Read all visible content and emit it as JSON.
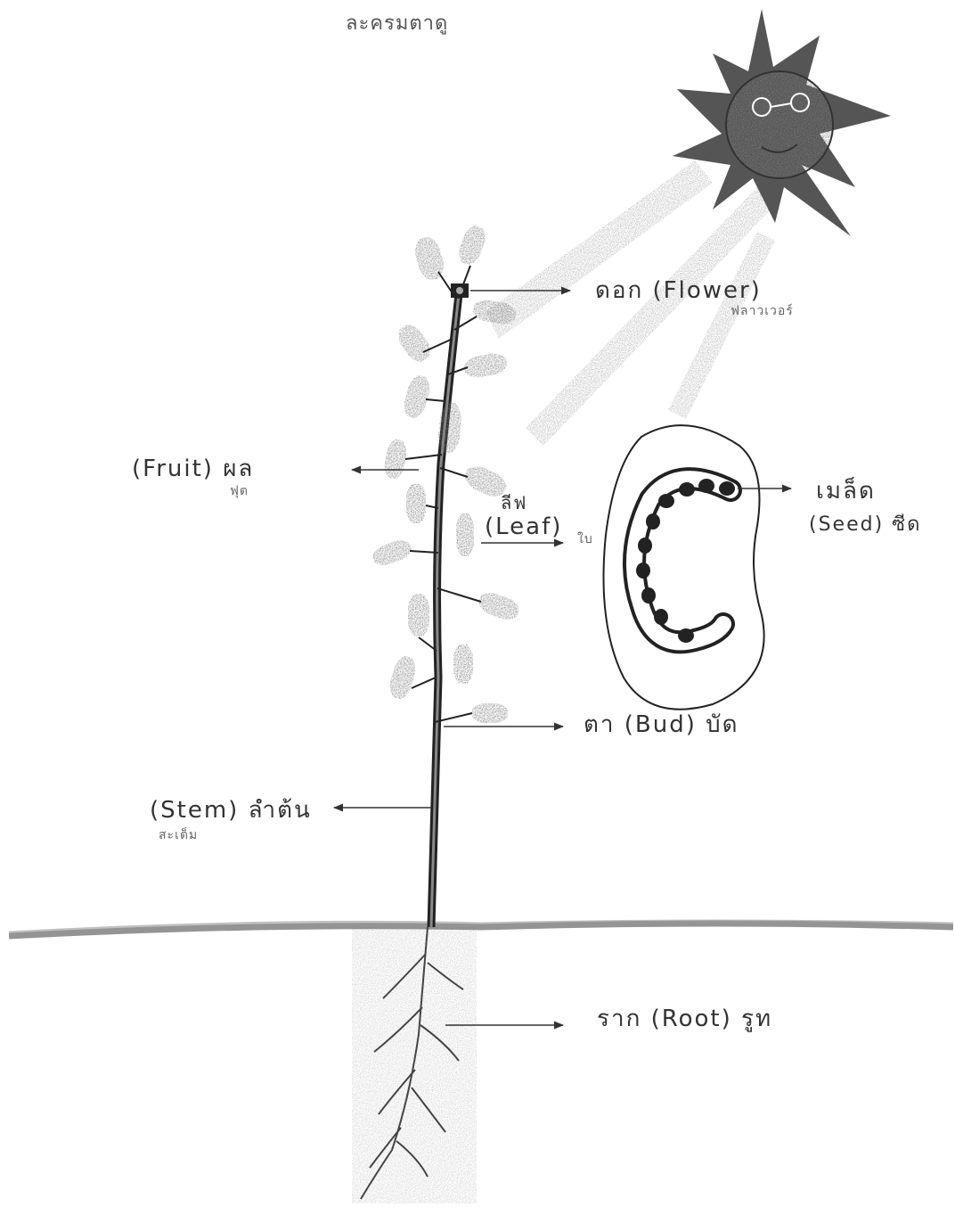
{
  "diagram": {
    "title": "ละครมตาดู",
    "labels": {
      "flower": {
        "main": "ดอก (Flower)",
        "sub": "ฟลาวเวอร์"
      },
      "fruit": {
        "main": "(Fruit)  ผล",
        "sub": "ฟุต"
      },
      "leaf": {
        "thai": "ลีฟ",
        "main": "(Leaf)",
        "extra": "ใบ"
      },
      "seed": {
        "thai": "เมล็ด",
        "main": "(Seed) ซีด"
      },
      "bud": {
        "main": "ตา (Bud) บัด"
      },
      "stem": {
        "main": "(Stem)  ลำต้น",
        "sub": "สะเต็ม"
      },
      "root": {
        "main": "ราก (Root) รูท"
      }
    }
  },
  "colors": {
    "ink": "#222222",
    "shade": "#8a8a8a",
    "paper": "#ffffff"
  }
}
